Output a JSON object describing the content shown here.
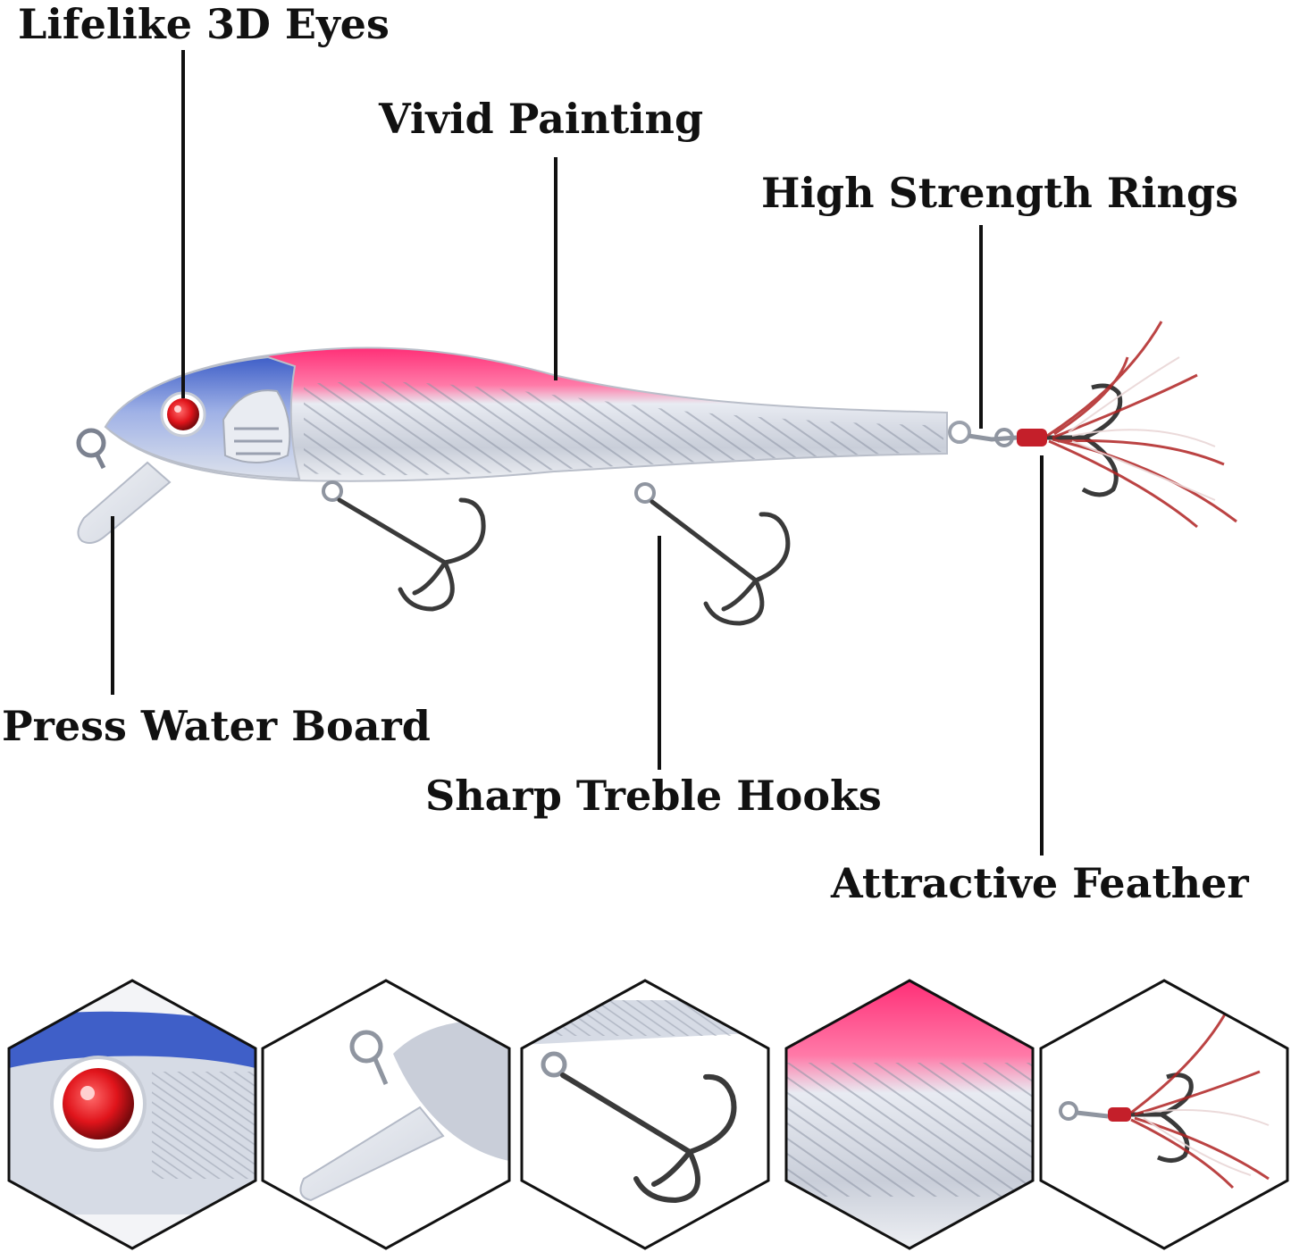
{
  "callouts": {
    "eyes": "Lifelike 3D Eyes",
    "painting": "Vivid Painting",
    "rings": "High Strength Rings",
    "board": "Press Water Board",
    "hooks": "Sharp Treble Hooks",
    "feather": "Attractive Feather"
  },
  "colors": {
    "background": "#ffffff",
    "text": "#111111",
    "leader_line": "#111111",
    "lure_top_pink": "#ff2f77",
    "lure_head_blue": "#3f5fc8",
    "lure_belly_silver": "#d7dce6",
    "eye_red": "#e0141b",
    "hook_metal": "#3a3a3a",
    "feather_red": "#b02323",
    "bill_clear": "#e4e7ee"
  },
  "detail_panels": [
    {
      "subject": "eye"
    },
    {
      "subject": "line-tie-and-bill"
    },
    {
      "subject": "treble-hook"
    },
    {
      "subject": "scale-paint"
    },
    {
      "subject": "feathered-tail-hook"
    }
  ]
}
